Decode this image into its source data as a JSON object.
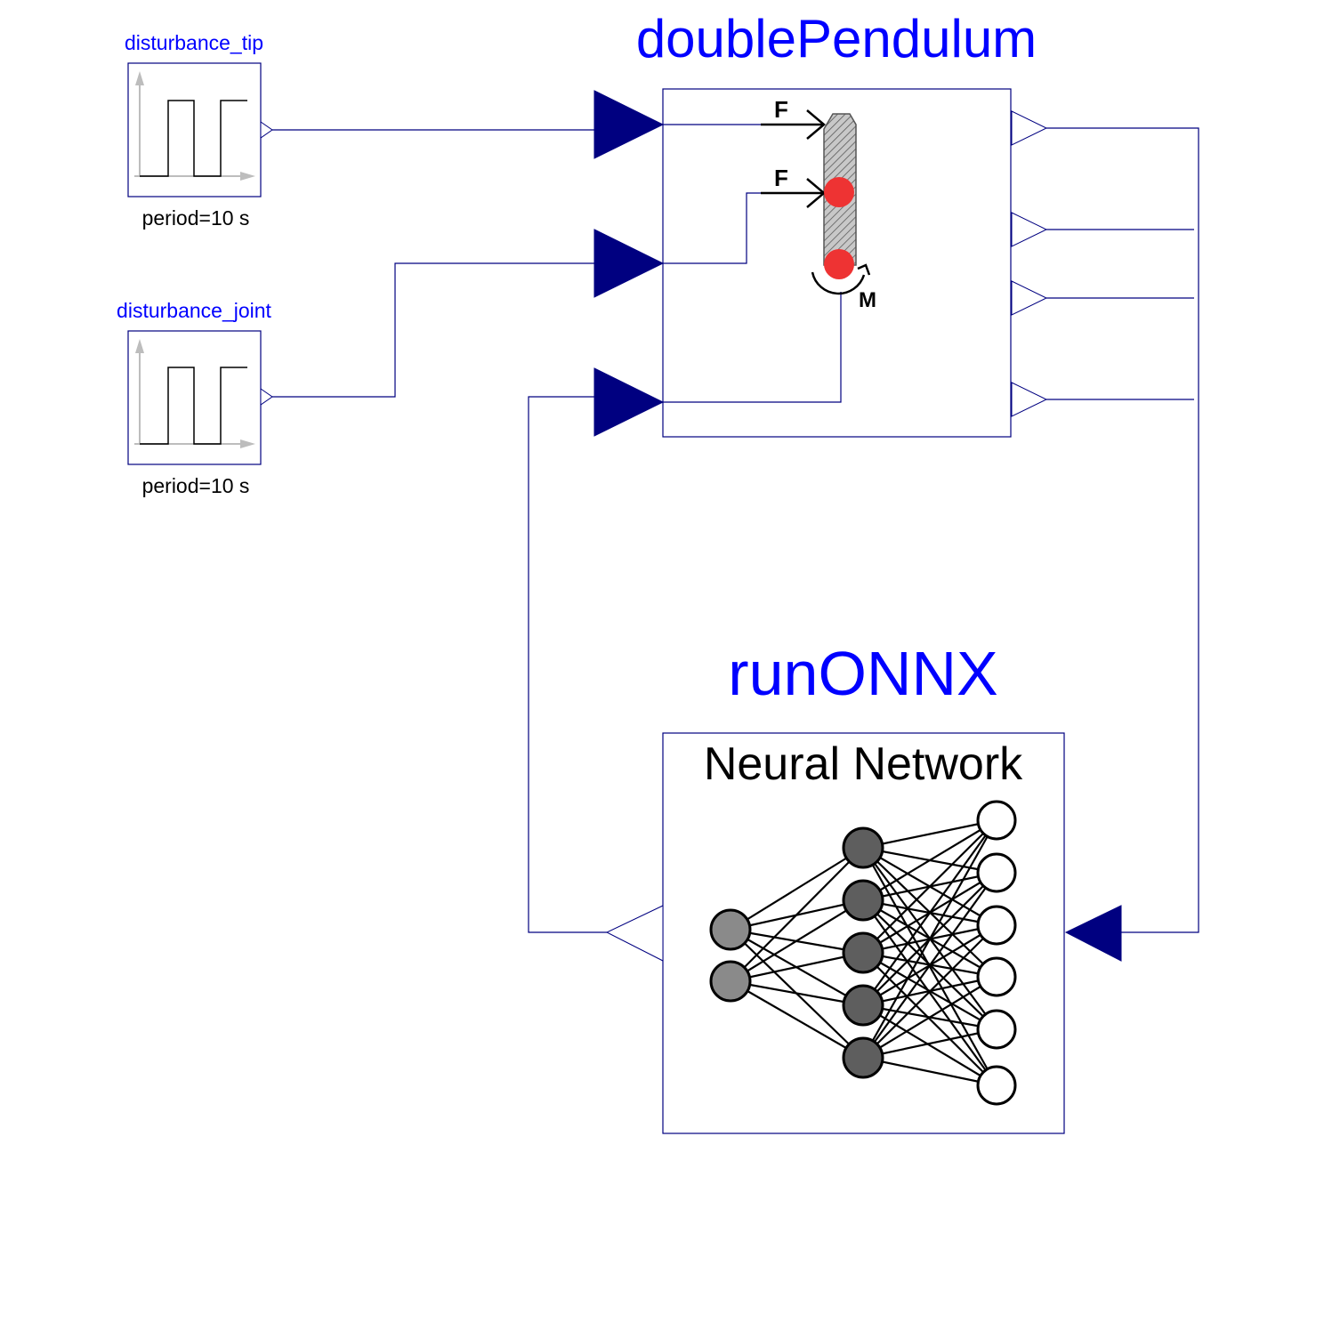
{
  "blocks": {
    "disturbance_tip": {
      "name": "disturbance_tip",
      "param": "period=10 s"
    },
    "disturbance_joint": {
      "name": "disturbance_joint",
      "param": "period=10 s"
    },
    "double_pendulum": {
      "name": "doublePendulum",
      "force_label_tip": "F",
      "force_label_joint": "F",
      "moment_label": "M"
    },
    "run_onnx": {
      "name": "runONNX",
      "caption": "Neural Network"
    }
  },
  "neural_network": {
    "layers": [
      2,
      5,
      6
    ]
  },
  "colors": {
    "wire": "#000080",
    "name_text": "#0000ff",
    "pendulum_mass": "#ee3333",
    "input_node": "#8a8a8a",
    "hidden_node": "#5e5e5e",
    "output_node": "#ffffff"
  }
}
